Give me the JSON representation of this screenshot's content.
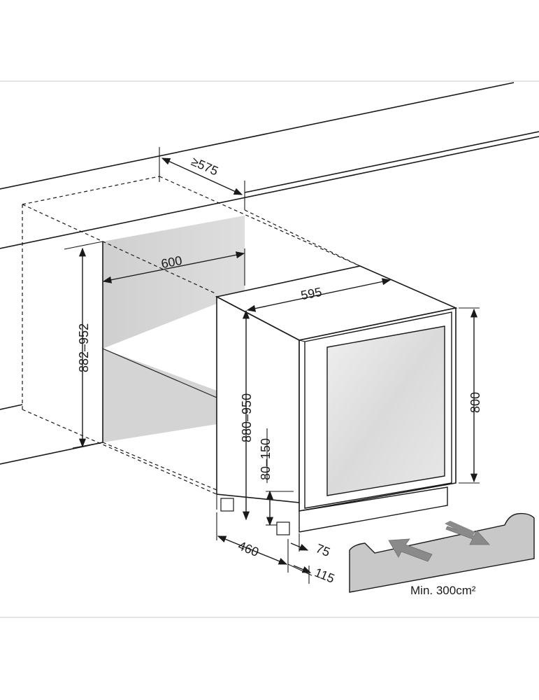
{
  "dimensions": {
    "niche_depth": "≥575",
    "niche_width": "600",
    "niche_height": "882–952",
    "appliance_width": "595",
    "appliance_height": "880–950",
    "door_height": "800",
    "plinth_height": "80–150",
    "foot_depth": "460",
    "plinth_offset_a": "75",
    "plinth_offset_b": "115"
  },
  "ventilation": {
    "label": "Min. 300cm²"
  },
  "colors": {
    "panel_gray": "#d6d6d6",
    "panel_dark": "#c9c9c9",
    "glass": "#e4e4e4",
    "arrow_gray": "#8a8a8a",
    "line": "#1a1a1a"
  }
}
